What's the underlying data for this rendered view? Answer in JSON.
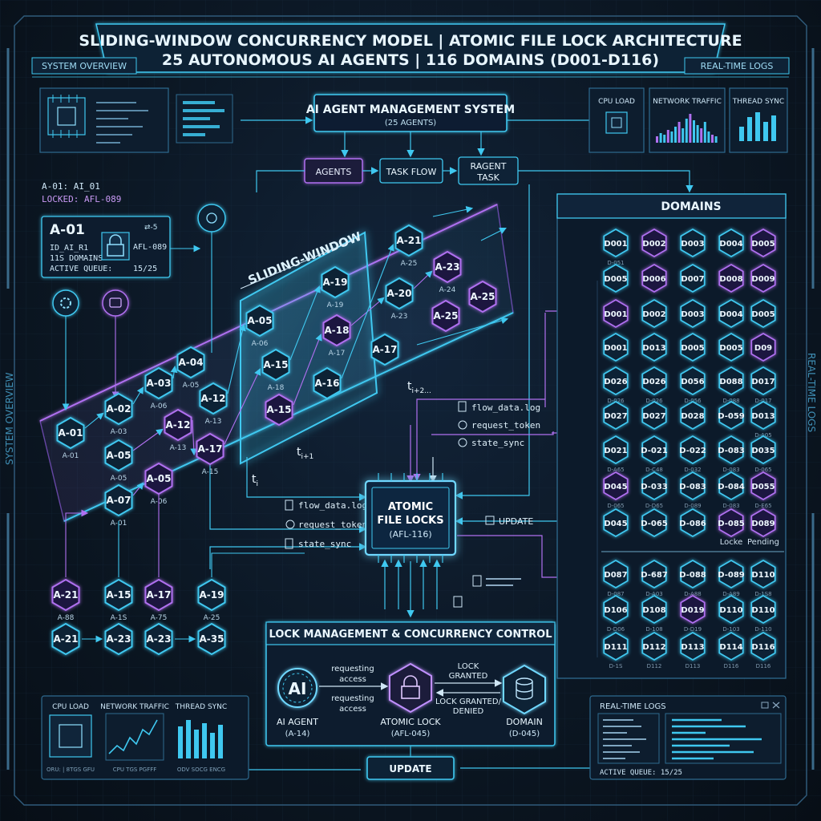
{
  "header": {
    "line1": "SLIDING-WINDOW CONCURRENCY MODEL | ATOMIC FILE LOCK ARCHITECTURE",
    "line2": "25 AUTONOMOUS AI AGENTS | 116 DOMAINS (D001-D116)",
    "tab_left": "SYSTEM OVERVIEW",
    "tab_right": "REAL-TIME LOGS",
    "side_left": "SYSTEM OVERVIEW",
    "side_right": "REAL-TIME LOGS"
  },
  "top_left": {
    "status_id": "A-01:  AI_01",
    "status_locked": "LOCKED: AFL-089"
  },
  "agent_card": {
    "title": "A-01",
    "id_line": "ID_AI_R1",
    "domains_line": "11S DOMAINS",
    "queue_label": "ACTIVE QUEUE:",
    "queue_value": "15/25",
    "lock_id": "AFL-089",
    "badge": "⇄-5"
  },
  "management": {
    "title": "AI AGENT MANAGEMENT SYSTEM",
    "subtitle": "(25 AGENTS)",
    "agents_btn": "AGENTS",
    "taskflow_btn": "TASK FLOW",
    "ragent_line1": "RAGENT",
    "ragent_line2": "TASK"
  },
  "monitors_top": {
    "cpu": "CPU LOAD",
    "network": "NETWORK TRAFFIC",
    "thread": "THREAD SYNC"
  },
  "window": {
    "label": "SLIDING-WINDOW",
    "t_i": "t",
    "t_i_sub": "i",
    "t_i1": "t",
    "t_i1_sub": "i+1",
    "t_i2": "t",
    "t_i2_sub": "i+2..."
  },
  "agents": [
    {
      "label": "A-01",
      "sub": "A-01"
    },
    {
      "label": "A-02",
      "sub": "A-03"
    },
    {
      "label": "A-03",
      "sub": "A-06"
    },
    {
      "label": "A-04",
      "sub": "A-05"
    },
    {
      "label": "A-05",
      "sub": "A-05"
    },
    {
      "label": "A-07",
      "sub": "A-01"
    },
    {
      "label": "A-12",
      "sub": "A-13"
    },
    {
      "label": "A-05",
      "sub": "A-06"
    },
    {
      "label": "A-17",
      "sub": "A-15"
    },
    {
      "label": "A-12",
      "sub": "A-13"
    },
    {
      "label": "A-05",
      "sub": "A-06"
    },
    {
      "label": "A-15",
      "sub": "A-18"
    },
    {
      "label": "A-15",
      "sub": ""
    },
    {
      "label": "A-19",
      "sub": "A-19"
    },
    {
      "label": "A-18",
      "sub": "A-17"
    },
    {
      "label": "A-16",
      "sub": ""
    },
    {
      "label": "A-20",
      "sub": "A-23"
    },
    {
      "label": "A-21",
      "sub": "A-25"
    },
    {
      "label": "A-23",
      "sub": "A-24"
    },
    {
      "label": "A-25",
      "sub": ""
    },
    {
      "label": "A-25",
      "sub": ""
    },
    {
      "label": "A-17",
      "sub": ""
    }
  ],
  "bottom_agents": [
    {
      "label": "A-21",
      "sub": "A-88"
    },
    {
      "label": "A-15",
      "sub": "A-1S"
    },
    {
      "label": "A-17",
      "sub": "A-75"
    },
    {
      "label": "A-19",
      "sub": "A-25"
    },
    {
      "label": "A-21",
      "sub": ""
    },
    {
      "label": "A-23",
      "sub": ""
    },
    {
      "label": "A-23",
      "sub": ""
    },
    {
      "label": "A-35",
      "sub": ""
    }
  ],
  "files_upper": [
    "flow_data.log",
    "request_token",
    "state_sync"
  ],
  "files_lower": [
    "flow_data.log",
    "request_token",
    "state_sync"
  ],
  "update_small": "UPDATE",
  "core": {
    "line1": "ATOMIC",
    "line2": "FILE LOCKS",
    "line3": "(AFL-116)"
  },
  "lock_labels": {
    "line1": "ATOMIC",
    "line2": "LOCK"
  },
  "domains": {
    "title": "DOMAINS",
    "rows": [
      [
        {
          "id": "D001",
          "sub": "D-051"
        },
        {
          "id": "D002",
          "sub": ""
        },
        {
          "id": "D003",
          "sub": ""
        },
        {
          "id": "D004",
          "sub": ""
        },
        {
          "id": "D005",
          "sub": ""
        }
      ],
      [
        {
          "id": "D005",
          "sub": ""
        },
        {
          "id": "D006",
          "sub": ""
        },
        {
          "id": "D007",
          "sub": ""
        },
        {
          "id": "D008",
          "sub": ""
        },
        {
          "id": "D009",
          "sub": ""
        }
      ],
      [
        {
          "id": "D001",
          "sub": ""
        },
        {
          "id": "D002",
          "sub": ""
        },
        {
          "id": "D003",
          "sub": ""
        },
        {
          "id": "D004",
          "sub": ""
        },
        {
          "id": "D005",
          "sub": ""
        }
      ],
      [
        {
          "id": "D001",
          "sub": ""
        },
        {
          "id": "D013",
          "sub": ""
        },
        {
          "id": "D005",
          "sub": ""
        },
        {
          "id": "D005",
          "sub": ""
        },
        {
          "id": "D09",
          "sub": ""
        }
      ],
      [
        {
          "id": "D026",
          "sub": "D-026"
        },
        {
          "id": "D026",
          "sub": "D-026"
        },
        {
          "id": "D056",
          "sub": "D-056"
        },
        {
          "id": "D088",
          "sub": "D-088"
        },
        {
          "id": "D017",
          "sub": "D-017"
        }
      ],
      [
        {
          "id": "D027",
          "sub": ""
        },
        {
          "id": "D027",
          "sub": ""
        },
        {
          "id": "D028",
          "sub": ""
        },
        {
          "id": "D-059",
          "sub": ""
        },
        {
          "id": "D013",
          "sub": "D-A05"
        }
      ],
      [
        {
          "id": "D021",
          "sub": "D-A65"
        },
        {
          "id": "D-021",
          "sub": "D-C48"
        },
        {
          "id": "D-022",
          "sub": "D-032"
        },
        {
          "id": "D-083",
          "sub": "D-083"
        },
        {
          "id": "D035",
          "sub": "D-065"
        }
      ],
      [
        {
          "id": "D045",
          "sub": "D-065"
        },
        {
          "id": "D-033",
          "sub": "D-D65"
        },
        {
          "id": "D-083",
          "sub": "D-089"
        },
        {
          "id": "D-084",
          "sub": "D-083"
        },
        {
          "id": "D055",
          "sub": "D-E65"
        }
      ],
      [
        {
          "id": "D045",
          "sub": ""
        },
        {
          "id": "D-065",
          "sub": ""
        },
        {
          "id": "D-086",
          "sub": ""
        },
        {
          "id": "D-085",
          "sub": "Locke"
        },
        {
          "id": "D089",
          "sub": "Pending"
        }
      ],
      [
        {
          "id": "D087",
          "sub": "D-087"
        },
        {
          "id": "D-687",
          "sub": "D-A03"
        },
        {
          "id": "D-088",
          "sub": "D-A88"
        },
        {
          "id": "D-089",
          "sub": "D-A89"
        },
        {
          "id": "D110",
          "sub": "D-1S8"
        }
      ],
      [
        {
          "id": "D106",
          "sub": "D-D06"
        },
        {
          "id": "D108",
          "sub": "D-108"
        },
        {
          "id": "D019",
          "sub": "D-D19"
        },
        {
          "id": "D110",
          "sub": "D-103"
        },
        {
          "id": "D110",
          "sub": "D-110"
        }
      ],
      [
        {
          "id": "D111",
          "sub": "D-1S"
        },
        {
          "id": "D112",
          "sub": "D112"
        },
        {
          "id": "D113",
          "sub": "D113"
        },
        {
          "id": "D114",
          "sub": "D116"
        },
        {
          "id": "D116",
          "sub": "D116"
        }
      ]
    ]
  },
  "lock_mgmt": {
    "title": "LOCK MANAGEMENT & CONCURRENCY CONTROL",
    "ai_glyph": "AI",
    "agent_label": "AI AGENT",
    "agent_id": "(A-14)",
    "lock_label": "ATOMIC LOCK",
    "lock_id": "(AFL-045)",
    "domain_label": "DOMAIN",
    "domain_id": "(D-045)",
    "req1a": "requesting",
    "req1b": "access",
    "req2a": "requesting",
    "req2b": "access",
    "grant_a": "LOCK",
    "grant_b": "GRANTED",
    "denied_a": "LOCK GRANTED/",
    "denied_b": "DENIED",
    "update": "UPDATE"
  },
  "monitors_bottom": {
    "cpu": "CPU LOAD",
    "network": "NETWORK TRAFFIC",
    "thread": "THREAD SYNC",
    "cpu_sub": "ORU: | 8TGS GFU",
    "net_sub": "CPU   TGS   PGFFF",
    "thread_sub": "ODV   SOCG   ENCG"
  },
  "logs": {
    "title": "REAL-TIME LOGS",
    "queue": "ACTIVE QUEUE: 15/25"
  },
  "colors": {
    "cyan": "#3fc8f0",
    "purple": "#b070f0",
    "bg": "#0b1622",
    "text": "#dff4ff"
  },
  "icons": [
    "chip-icon",
    "gear-icon",
    "robot-icon",
    "padlock-icon",
    "database-icon",
    "file-icon",
    "globe-icon",
    "token-icon"
  ]
}
